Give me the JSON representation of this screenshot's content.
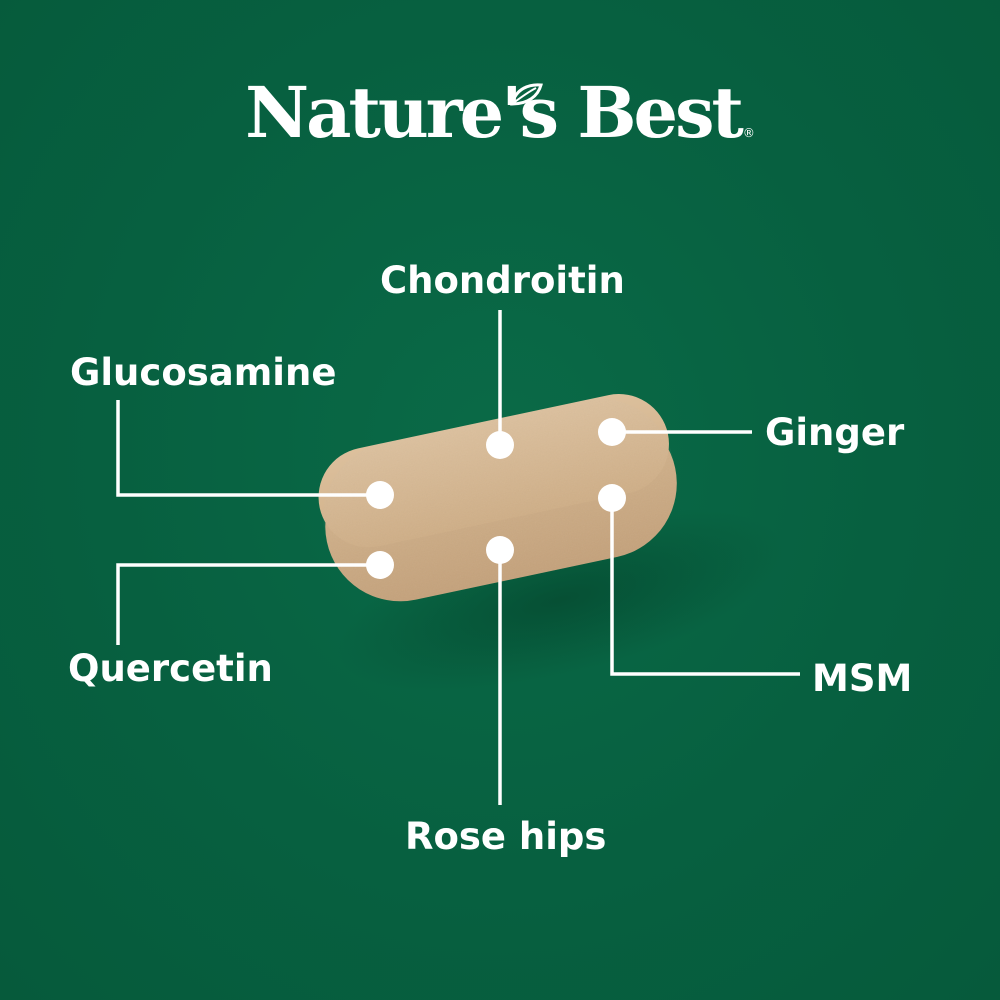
{
  "brand": {
    "name": "Nature's Best",
    "registered_mark": "®"
  },
  "ingredients": {
    "chondroitin": "Chondroitin",
    "glucosamine": "Glucosamine",
    "ginger": "Ginger",
    "quercetin": "Quercetin",
    "msm": "MSM",
    "rose_hips": "Rose hips"
  },
  "colors": {
    "background": "#07603f",
    "text": "#ffffff",
    "tablet": "#d2b38e"
  }
}
